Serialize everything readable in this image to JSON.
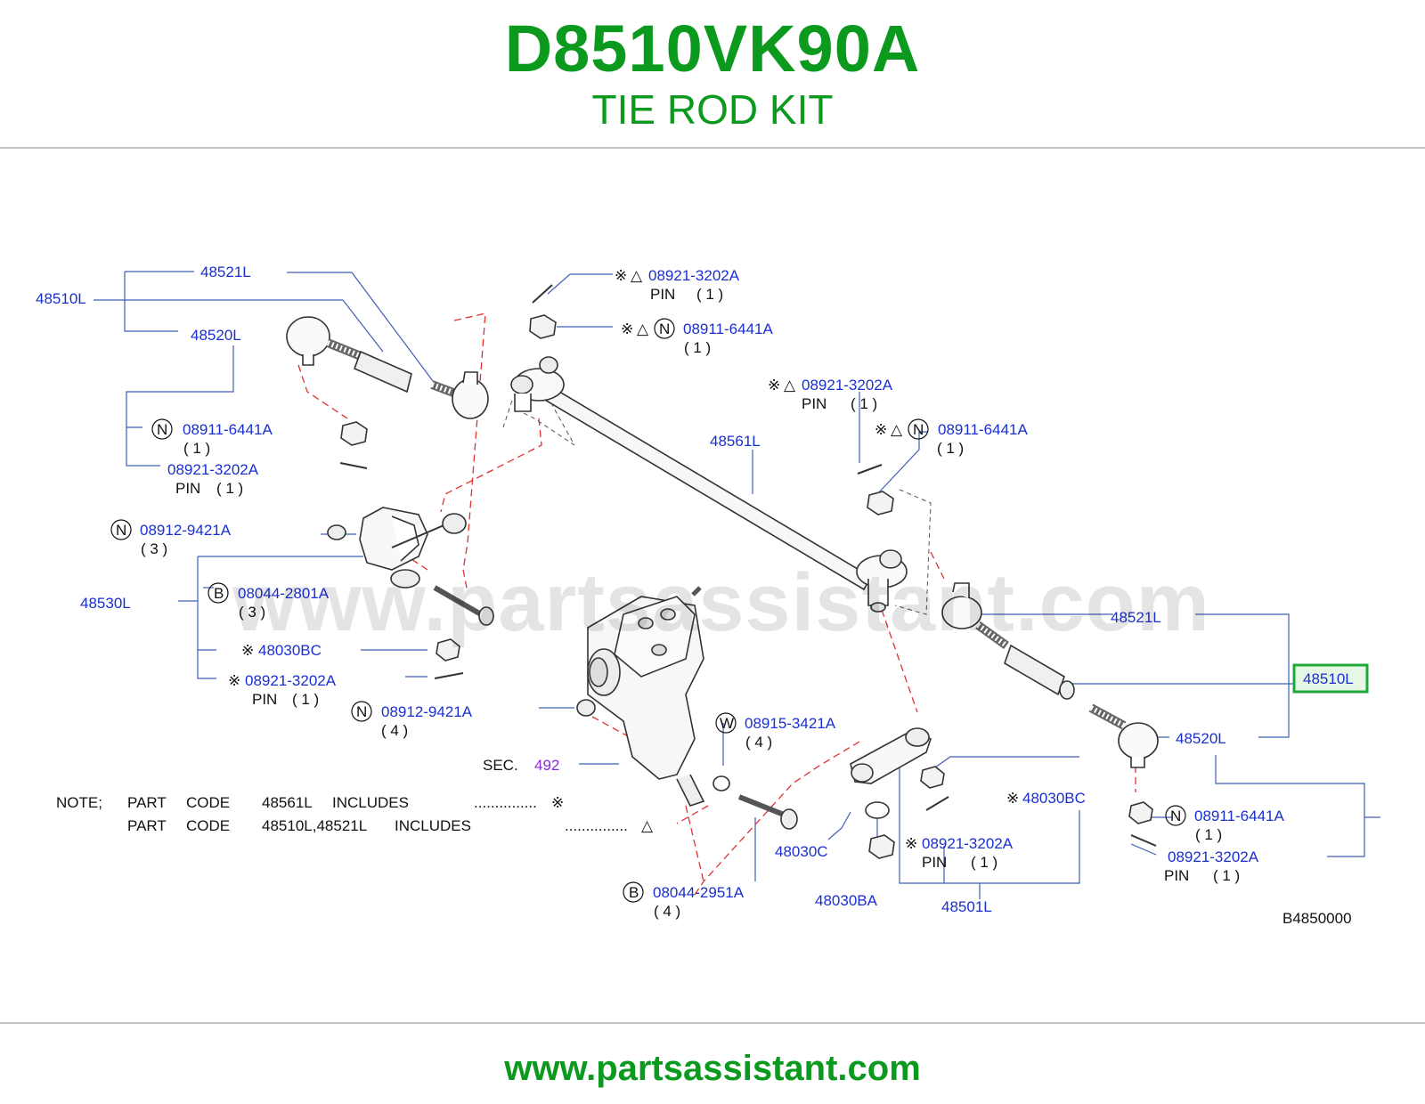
{
  "header": {
    "part_code": "D8510VK90A",
    "title": "TIE ROD KIT"
  },
  "footer": {
    "site": "www.partsassistant.com"
  },
  "watermark": {
    "text": "www.partsassistant.com"
  },
  "labels": {
    "lbl_48510L_left": "48510L",
    "lbl_48521L_top": "48521L",
    "lbl_48520L_left": "48520L",
    "lbl_08921_tl": "08921-3202A",
    "lbl_pin_tl": "PIN",
    "lbl_qty_tl": "( 1 )",
    "lbl_08911_tl": "08911-6441A",
    "lbl_qty_tl2": "( 1 )",
    "lbl_08921_mid": "08921-3202A",
    "lbl_pin_mid": "PIN",
    "lbl_qty_mid": "( 1 )",
    "lbl_08911_mid": "08911-6441A",
    "lbl_qty_mid2": "( 1 )",
    "lbl_48561L": "48561L",
    "lbl_08911_left": "08911-6441A",
    "lbl_qty_left": "( 1 )",
    "lbl_08921_left": "08921-3202A",
    "lbl_pin_left": "PIN",
    "lbl_qty_left2": "( 1 )",
    "lbl_08912_left": "08912-9421A",
    "lbl_qty_left3": "( 3 )",
    "lbl_48530L": "48530L",
    "lbl_08044_2801": "08044-2801A",
    "lbl_qty_2801": "( 3 )",
    "lbl_48030BC_left": "48030BC",
    "lbl_08921_lower": "08921-3202A",
    "lbl_pin_lower": "PIN",
    "lbl_qty_lower": "( 1 )",
    "lbl_08912_mid": "08912-9421A",
    "lbl_qty_08912_mid": "( 4 )",
    "lbl_sec": "SEC.",
    "lbl_sec_num": "492",
    "lbl_08915": "08915-3421A",
    "lbl_qty_08915": "( 4 )",
    "lbl_48521L_right": "48521L",
    "lbl_48510L_right": "48510L",
    "lbl_48520L_right": "48520L",
    "lbl_48030BC_right": "48030BC",
    "lbl_08921_br": "08921-3202A",
    "lbl_pin_br": "PIN",
    "lbl_qty_br": "( 1 )",
    "lbl_48030C": "48030C",
    "lbl_48030BA": "48030BA",
    "lbl_48501L": "48501L",
    "lbl_08044_2951": "08044-2951A",
    "lbl_qty_2951": "( 4 )",
    "lbl_08911_right": "08911-6441A",
    "lbl_qty_right": "( 1 )",
    "lbl_08921_right": "08921-3202A",
    "lbl_pin_right": "PIN",
    "lbl_qty_right2": "( 1 )",
    "lbl_ref": "B4850000"
  },
  "marks": {
    "kome": "※",
    "triangle": "△",
    "n": "N",
    "b": "B",
    "w": "W"
  },
  "note": {
    "prefix": "NOTE;",
    "line1": {
      "pc": "PART",
      "code": "CODE",
      "part": "48561L",
      "inc": "INCLUDES",
      "dots": "...............",
      "sym": "※"
    },
    "line2": {
      "pc": "PART",
      "code": "CODE",
      "part": "48510L,48521L",
      "inc": "INCLUDES",
      "dots": "...............",
      "sym": "△"
    }
  },
  "colors": {
    "brand_green": "#0b9a1e",
    "part_blue": "#1a2fd1",
    "sec_purple": "#8a2be2",
    "leader_blue": "#3f5fb5",
    "dash_red": "#e03030",
    "highlight_green": "#1ea83a"
  }
}
